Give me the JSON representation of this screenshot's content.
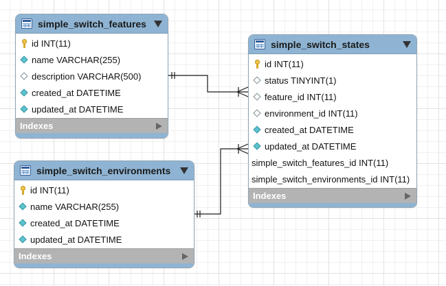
{
  "tables": {
    "features": {
      "name": "simple_switch_features",
      "columns": [
        {
          "text": "id INT(11)",
          "icon": "key"
        },
        {
          "text": "name VARCHAR(255)",
          "icon": "filled"
        },
        {
          "text": "description VARCHAR(500)",
          "icon": "hollow"
        },
        {
          "text": "created_at DATETIME",
          "icon": "filled"
        },
        {
          "text": "updated_at DATETIME",
          "icon": "filled"
        }
      ],
      "indexes_label": "Indexes"
    },
    "environments": {
      "name": "simple_switch_environments",
      "columns": [
        {
          "text": "id INT(11)",
          "icon": "key"
        },
        {
          "text": "name VARCHAR(255)",
          "icon": "filled"
        },
        {
          "text": "created_at DATETIME",
          "icon": "filled"
        },
        {
          "text": "updated_at DATETIME",
          "icon": "filled"
        }
      ],
      "indexes_label": "Indexes"
    },
    "states": {
      "name": "simple_switch_states",
      "columns": [
        {
          "text": "id INT(11)",
          "icon": "key"
        },
        {
          "text": "status TINYINT(1)",
          "icon": "hollow"
        },
        {
          "text": "feature_id INT(11)",
          "icon": "hollow"
        },
        {
          "text": "environment_id INT(11)",
          "icon": "hollow"
        },
        {
          "text": "created_at DATETIME",
          "icon": "filled"
        },
        {
          "text": "updated_at DATETIME",
          "icon": "filled"
        },
        {
          "text": "simple_switch_features_id INT(11)",
          "icon": "none"
        },
        {
          "text": "simple_switch_environments_id INT(11)",
          "icon": "none"
        }
      ],
      "indexes_label": "Indexes"
    }
  },
  "relationships": [
    {
      "from": "simple_switch_features",
      "to": "simple_switch_states",
      "cardinality": "one-to-many"
    },
    {
      "from": "simple_switch_environments",
      "to": "simple_switch_states",
      "cardinality": "one-to-many"
    }
  ],
  "colors": {
    "header": "#8fb4d3",
    "indexes_bar": "#b3b3b3",
    "key_icon": "#f3c64a",
    "column_icon": "#5cc2cf"
  }
}
